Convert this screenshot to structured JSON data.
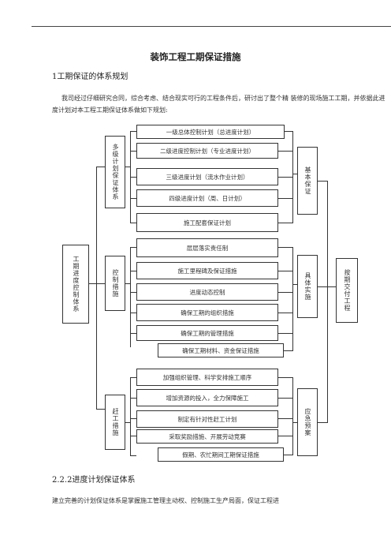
{
  "doc": {
    "title": "装饰工程工期保证措施",
    "heading1": "1工期保证的体系规划",
    "intro": "我司经过仔细研究合同，综合考虑、结合现实可行的工程条件后，研讨出了整个精 装修的现场施工工期，并依据此进度计划对本工程工期保证体系做如下规划:",
    "heading2": "2.2.2进度计划保证体系",
    "closing": "建立完善的计划保证体系是掌握施工管理主动权、控制施工生产局面，保证工程进"
  },
  "diagram": {
    "root": "工期进度控制体系",
    "groups": [
      {
        "label": "多级计划保证体系",
        "items": [
          "一级总体控制计划（总进度计划）",
          "二级进度控制计划（专业进度计划）",
          "三级进度计划（流水作业计划）",
          "四级进度计划（周、日计划）",
          "施工配套保证计划"
        ]
      },
      {
        "label": "控制措施",
        "items": [
          "层层落实责任制",
          "施工里程碑及保证措施",
          "进度动态控制",
          "确保工期的组织措施",
          "确保工期的管理措施",
          "确保工期材料、资金保证措施"
        ]
      },
      {
        "label": "赶工措施",
        "items": [
          "加强组织管理、科学安排施工顺序",
          "增加资源的投入，全力保障施工",
          "制定有针对性赶工计划",
          "采取奖励措施、开展劳动竞赛",
          "假期、农忙期间工期保证措施"
        ]
      }
    ],
    "right": [
      "基本保证",
      "具体实施",
      "应急预案"
    ],
    "far_right": "按期交付工程"
  }
}
